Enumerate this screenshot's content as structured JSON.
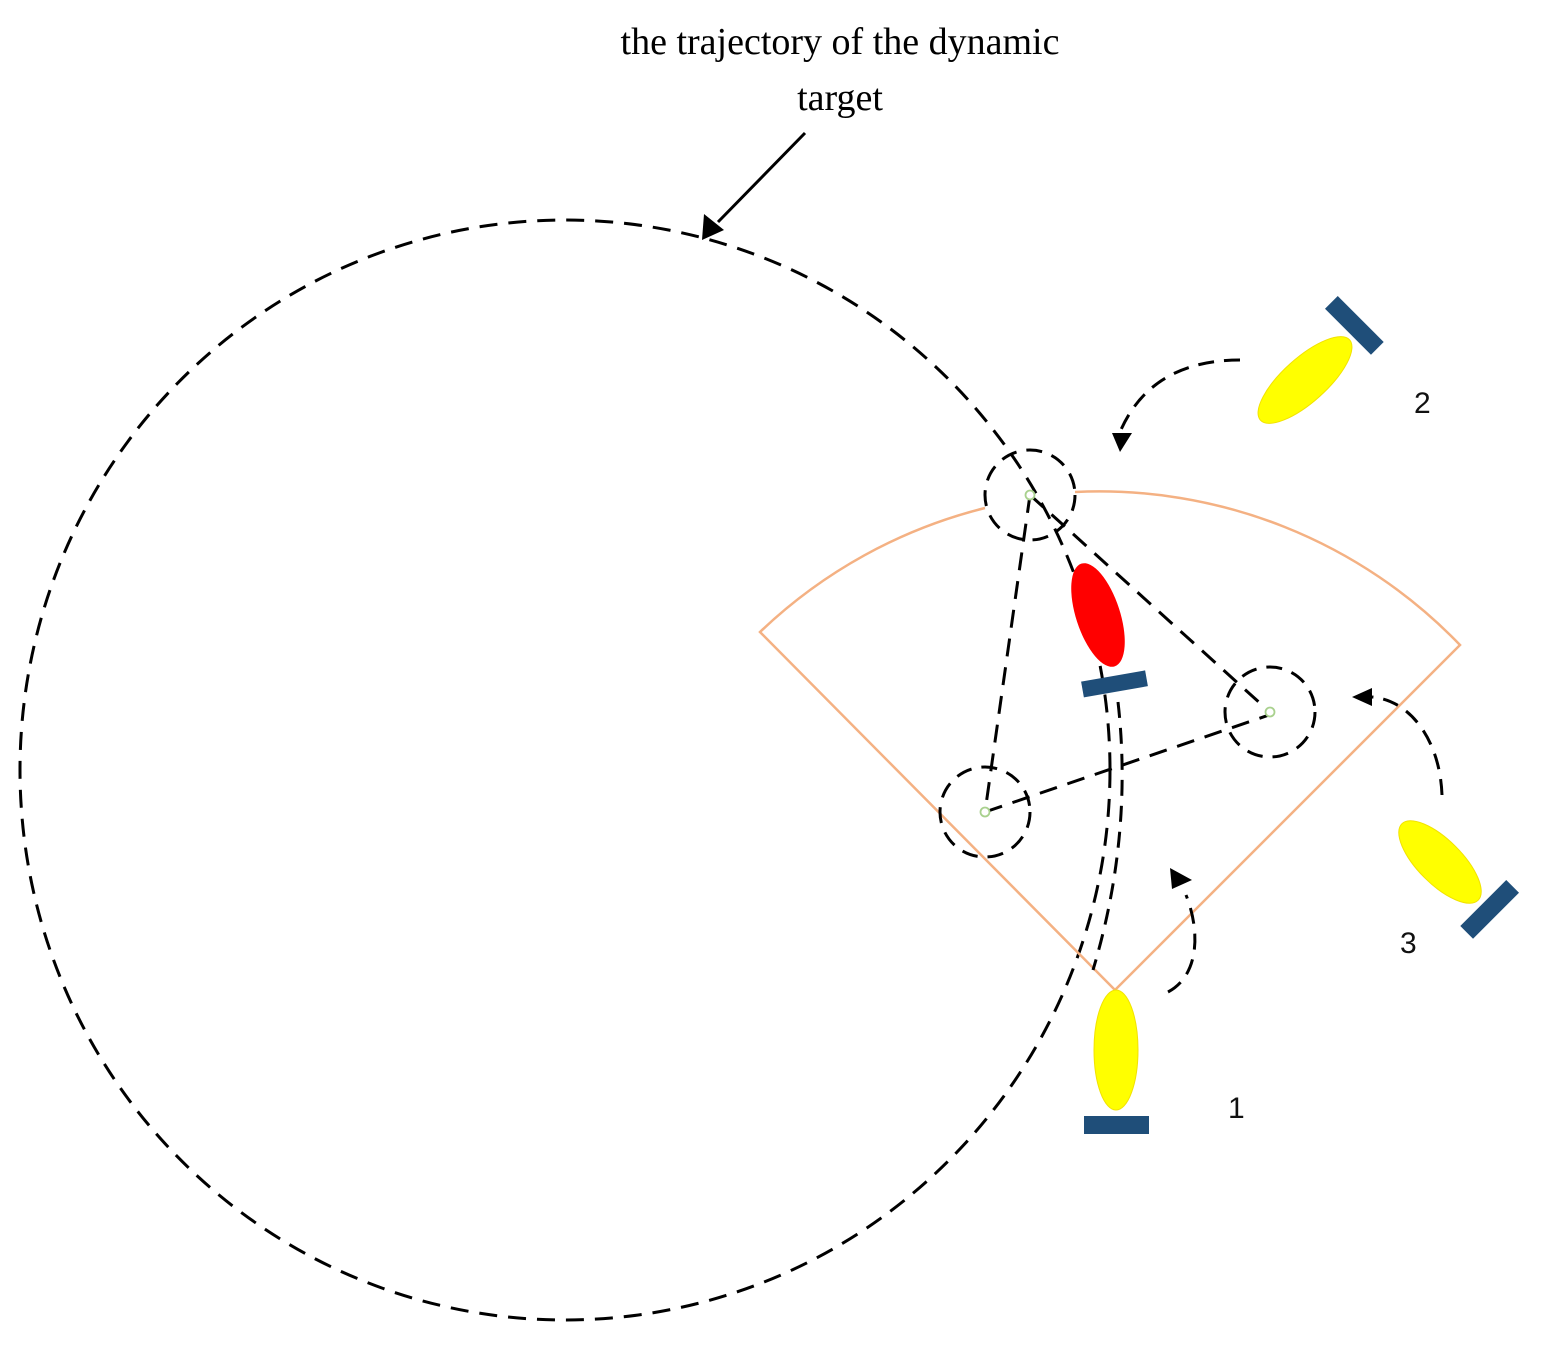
{
  "annotation": {
    "line1": "the trajectory of the dynamic",
    "line2": "target"
  },
  "robots": [
    {
      "label": "1",
      "role": "sensor-robot",
      "body_color": "#ffff00"
    },
    {
      "label": "2",
      "role": "sensor-robot",
      "body_color": "#ffff00"
    },
    {
      "label": "3",
      "role": "sensor-robot",
      "body_color": "#ffff00"
    }
  ],
  "target_robot": {
    "body_color": "#ff0000"
  },
  "colors": {
    "base": "#1f4e79",
    "sensing_sector": "#f4b183",
    "dashed_lines": "#000000"
  }
}
